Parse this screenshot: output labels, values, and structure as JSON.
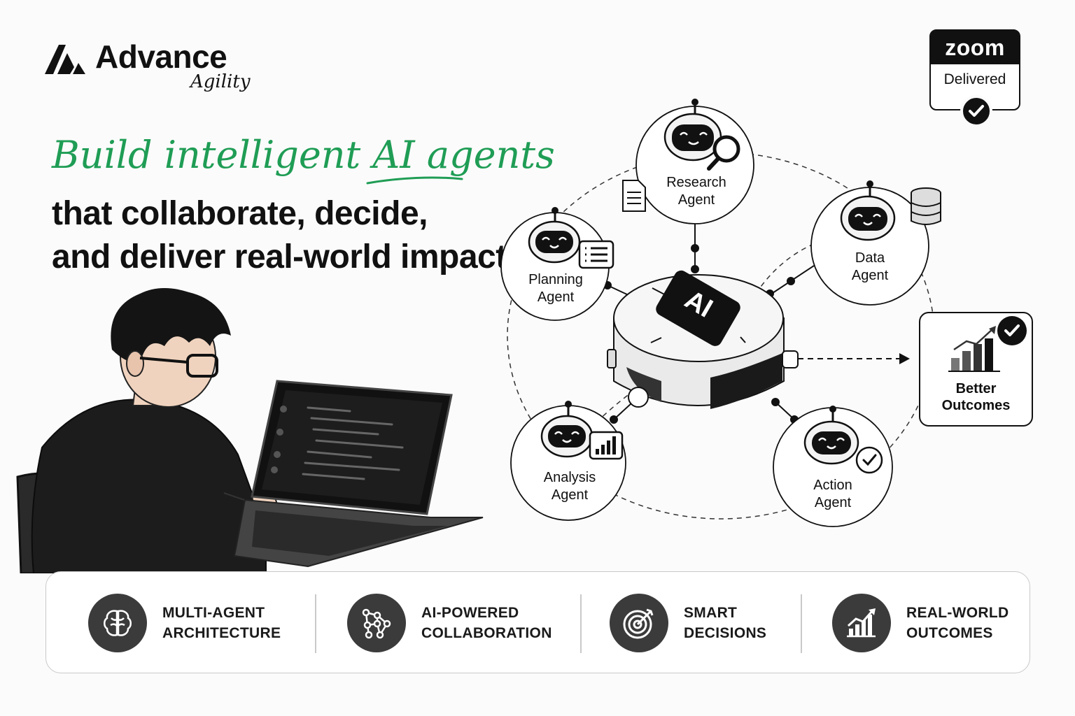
{
  "brand": {
    "name": "Advance",
    "tagline": "Agility"
  },
  "badge": {
    "brand": "zoom",
    "status": "Delivered"
  },
  "headline": {
    "script_line": "Build intelligent AI agents",
    "line_1": "that collaborate, decide,",
    "line_2": "and deliver real-world impact."
  },
  "hub": {
    "label": "AI"
  },
  "agents": [
    {
      "line1": "Research",
      "line2": "Agent",
      "icon": "magnifier-icon"
    },
    {
      "line1": "Data",
      "line2": "Agent",
      "icon": "database-icon"
    },
    {
      "line1": "Planning",
      "line2": "Agent",
      "icon": "checklist-icon"
    },
    {
      "line1": "Analysis",
      "line2": "Agent",
      "icon": "bar-chart-icon"
    },
    {
      "line1": "Action",
      "line2": "Agent",
      "icon": "check-circle-icon"
    }
  ],
  "outcome": {
    "line1": "Better",
    "line2": "Outcomes"
  },
  "features": [
    {
      "line1": "MULTI-AGENT",
      "line2": "ARCHITECTURE",
      "icon": "brain-icon"
    },
    {
      "line1": "AI-POWERED",
      "line2": "COLLABORATION",
      "icon": "network-icon"
    },
    {
      "line1": "SMART",
      "line2": "DECISIONS",
      "icon": "target-icon"
    },
    {
      "line1": "REAL-WORLD",
      "line2": "OUTCOMES",
      "icon": "growth-chart-icon"
    }
  ],
  "colors": {
    "accent": "#1f9d55",
    "ink": "#111111",
    "icon_bg": "#3b3b3b"
  }
}
